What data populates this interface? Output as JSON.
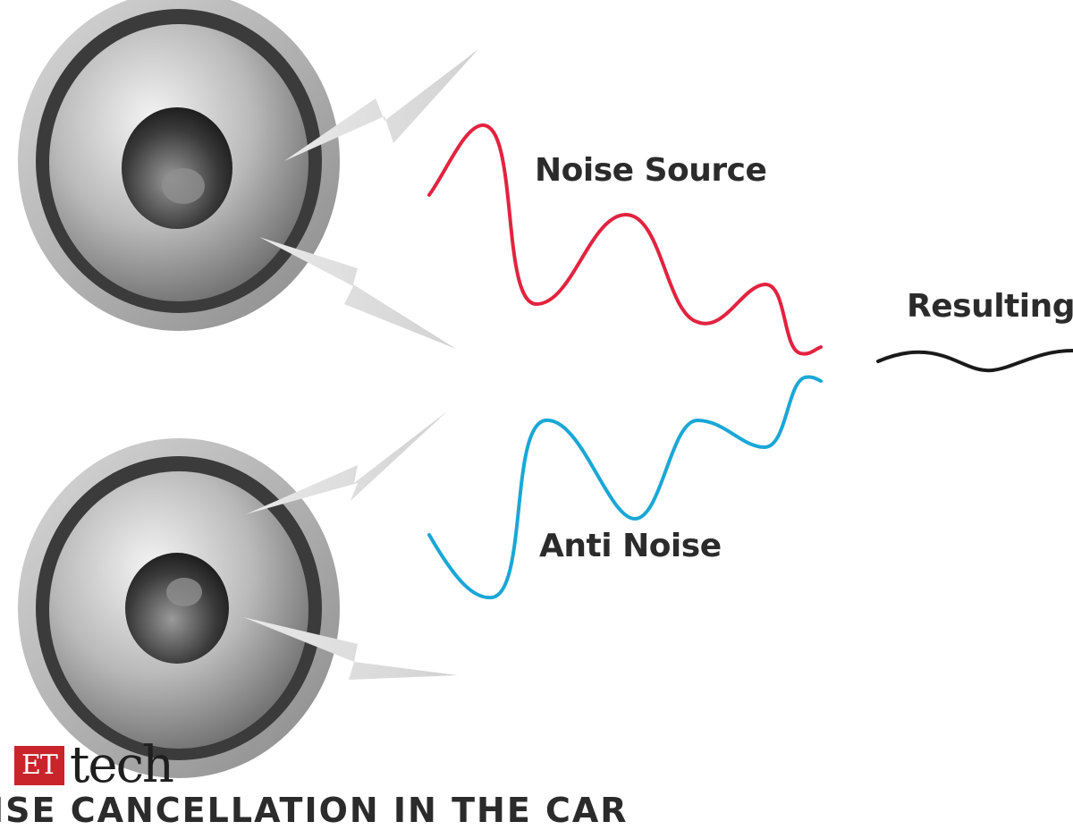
{
  "labels": {
    "noise_source": "Noise Source",
    "anti_noise": "Anti Noise",
    "resulting": "Resulting"
  },
  "logo": {
    "badge": "ET",
    "word": "tech"
  },
  "caption_cut": "ISE CANCELLATION IN THE CAR",
  "colors": {
    "noise_wave": "#e2233f",
    "anti_noise_wave": "#1aa7d6",
    "resulting_wave": "#1a1a1a",
    "logo_red": "#c8242a"
  },
  "icons": [
    "speaker-icon",
    "speaker-icon",
    "sound-burst-icon"
  ]
}
